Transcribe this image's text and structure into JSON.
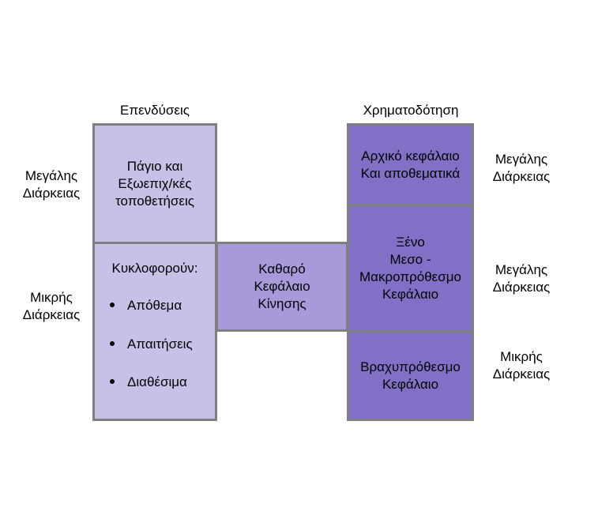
{
  "headers": {
    "investments": "Επενδύσεις",
    "financing": "Χρηματοδότηση"
  },
  "left_labels": {
    "long_term": [
      "Μεγάλης",
      "Διάρκειας"
    ],
    "short_term": [
      "Μικρής",
      "Διάρκειας"
    ]
  },
  "right_labels": {
    "equity_term": [
      "Μεγάλης",
      "Διάρκειας"
    ],
    "debt_term": [
      "Μεγάλης",
      "Διάρκειας"
    ],
    "short_term": [
      "Μικρής",
      "Διάρκειας"
    ]
  },
  "boxes": {
    "fixed_assets": [
      "Πάγιο και",
      "Εξωεπιχ/κές",
      "τοποθετήσεις"
    ],
    "current_assets_title": "Κυκλοφορούν:",
    "current_assets_items": [
      "Απόθεμα",
      "Απαιτήσεις",
      "Διαθέσιμα"
    ],
    "net_working_capital": [
      "Καθαρό",
      "Κεφάλαιο",
      "Κίνησης"
    ],
    "equity": [
      "Αρχικό κεφάλαιο",
      "Και αποθεματικά"
    ],
    "long_term_debt": [
      "Ξένο",
      "Μεσο -",
      "Μακροπρόθεσμο",
      "Κεφάλαιο"
    ],
    "short_term_debt": [
      "Βραχυπρόθεσμο",
      "Κεφάλαιο"
    ]
  },
  "colors": {
    "light_box": "#c8c0e6",
    "mid_box": "#a899da",
    "dark_box": "#8270c7",
    "border": "#7f7f7f"
  }
}
